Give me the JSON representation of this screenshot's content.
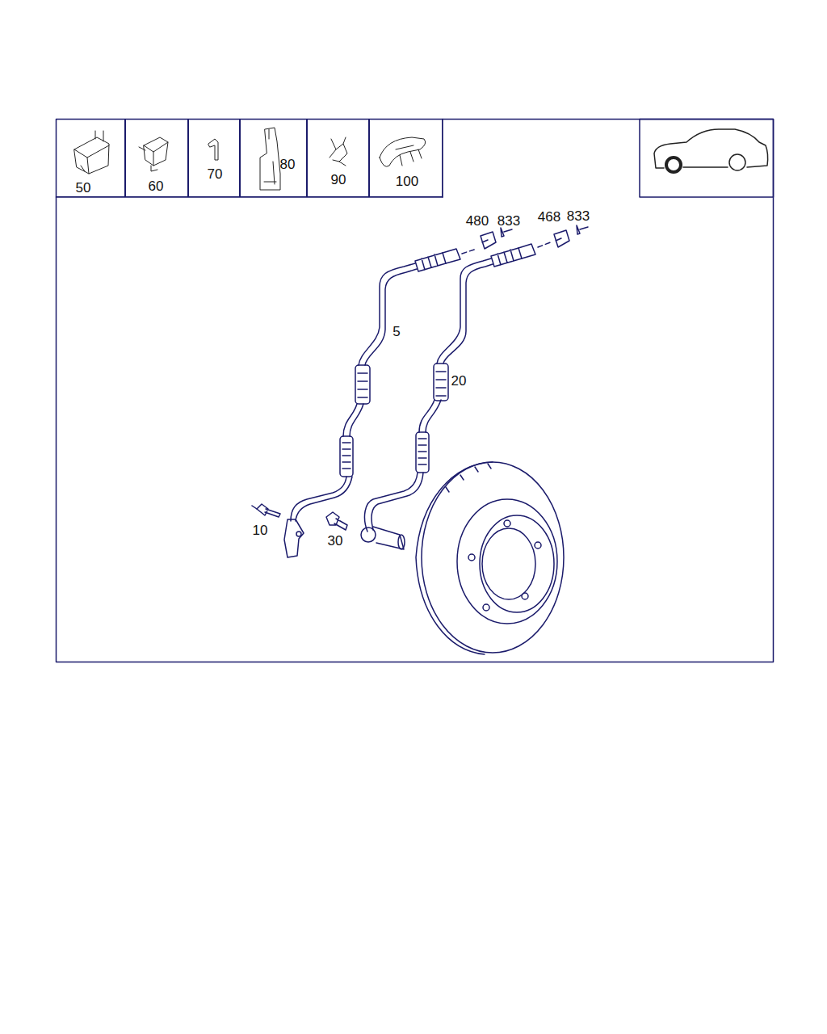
{
  "diagram": {
    "nodes": [
      {
        "text": [
          "50"
        ]
      },
      {
        "text": [
          "60"
        ]
      },
      {
        "text": [
          "70"
        ]
      },
      {
        "text": [
          "80"
        ]
      },
      {
        "text": [
          "90"
        ]
      },
      {
        "text": [
          "100"
        ]
      }
    ],
    "labels": [
      "480",
      "833",
      "468",
      "833",
      "5",
      "20",
      "10",
      "30"
    ]
  }
}
